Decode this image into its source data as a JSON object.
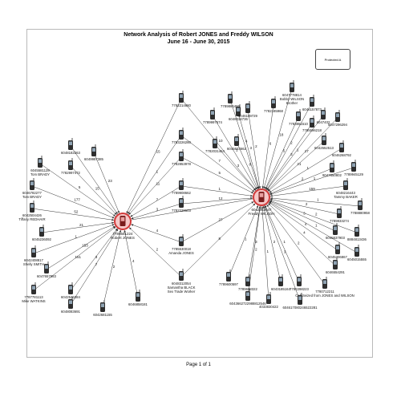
{
  "title": "Network Analysis of Robert JONES and Freddy WILSON",
  "subtitle": "June 16 - June 30, 2015",
  "protected_label": "Protected A",
  "footer": "Page 1 of 1",
  "colors": {
    "edge": "#333333",
    "hub_ring": "#d23a3a",
    "hub_fill": "#f6c8c8",
    "phone": "#2e2e2e"
  },
  "hubs": [
    {
      "id": "jones",
      "number": "7789561224",
      "name": "Robert JONES"
    },
    {
      "id": "wilson",
      "number": "6042963047",
      "name": "Freddy WILSON"
    }
  ],
  "nodes": [
    {
      "id": "n1",
      "lines": [
        "6048182263"
      ],
      "links": [
        "jones"
      ],
      "counts": [
        ""
      ]
    },
    {
      "id": "n2",
      "lines": [
        "6049987385"
      ],
      "links": [
        "jones"
      ],
      "counts": [
        "23"
      ]
    },
    {
      "id": "n3",
      "lines": [
        "6045581128",
        "Tom BRADY"
      ],
      "links": [
        "jones"
      ],
      "counts": [
        "5"
      ]
    },
    {
      "id": "n4",
      "lines": [
        "7782997472"
      ],
      "links": [
        "jones"
      ],
      "counts": [
        "15"
      ]
    },
    {
      "id": "n5",
      "lines": [
        "6046782277",
        "Tom BRADY"
      ],
      "links": [
        "jones"
      ],
      "counts": [
        "177"
      ]
    },
    {
      "id": "n6",
      "lines": [
        "6042504426",
        "Tiffany REDHAIR"
      ],
      "links": [
        "jones"
      ],
      "counts": [
        "52"
      ]
    },
    {
      "id": "n7",
      "lines": [
        "6045236092"
      ],
      "links": [
        "jones"
      ],
      "counts": [
        "21"
      ]
    },
    {
      "id": "n8",
      "lines": [
        "6042408817",
        "Shelly SMITH"
      ],
      "links": [
        "jones"
      ],
      "counts": [
        "1"
      ]
    },
    {
      "id": "n9",
      "lines": [
        "6047657983"
      ],
      "links": [
        "jones"
      ],
      "counts": [
        "153"
      ]
    },
    {
      "id": "n10",
      "lines": [
        "7787781113",
        "Mike WATKINS"
      ],
      "links": [
        "jones"
      ],
      "counts": [
        "151"
      ]
    },
    {
      "id": "n11",
      "lines": [
        "6042546384"
      ],
      "links": [
        "jones"
      ],
      "counts": [
        "3"
      ]
    },
    {
      "id": "n12",
      "lines": [
        "6048083691"
      ],
      "links": [
        "jones"
      ],
      "counts": [
        "7"
      ]
    },
    {
      "id": "n13",
      "lines": [
        "6042681155"
      ],
      "links": [
        "jones"
      ],
      "counts": [
        "2"
      ]
    },
    {
      "id": "n14",
      "lines": [
        "6046858181"
      ],
      "links": [
        "jones"
      ],
      "counts": [
        "4"
      ]
    },
    {
      "id": "b1",
      "lines": [
        "7782214680"
      ],
      "links": [
        "jones",
        "wilson"
      ],
      "counts": [
        "15",
        "10"
      ]
    },
    {
      "id": "b2",
      "lines": [
        "7783226260"
      ],
      "links": [
        "jones",
        "wilson"
      ],
      "counts": [
        "1",
        "7"
      ]
    },
    {
      "id": "b3",
      "lines": [
        "7782853978"
      ],
      "links": [
        "jones",
        "wilson"
      ],
      "counts": [
        "11",
        "5"
      ]
    },
    {
      "id": "b4",
      "lines": [
        "7789908662"
      ],
      "links": [
        "jones",
        "wilson"
      ],
      "counts": [
        "7",
        "1"
      ]
    },
    {
      "id": "b5",
      "lines": [
        "7782228603"
      ],
      "links": [
        "jones",
        "wilson"
      ],
      "counts": [
        "3",
        "12"
      ]
    },
    {
      "id": "b6",
      "lines": [
        "7785530018",
        "Amanda JONES"
      ],
      "links": [
        "jones",
        "wilson"
      ],
      "counts": [
        "4",
        "27"
      ]
    },
    {
      "id": "b7",
      "lines": [
        "6048312054",
        "Samantha BLACK",
        "Sex Trade Worker"
      ],
      "links": [
        "jones",
        "wilson"
      ],
      "counts": [
        "2",
        "8"
      ]
    },
    {
      "id": "w1",
      "lines": [
        "7789866486"
      ],
      "links": [
        "wilson"
      ],
      "counts": [
        "4"
      ]
    },
    {
      "id": "w2",
      "lines": [
        "6046034736"
      ],
      "links": [
        "wilson"
      ],
      "counts": [
        "3"
      ]
    },
    {
      "id": "w3",
      "lines": [
        "6047778814",
        "Bobby WILSON",
        "Brother"
      ],
      "links": [
        "wilson"
      ],
      "counts": [
        "18"
      ]
    },
    {
      "id": "w4",
      "lines": [
        "6046169729"
      ],
      "links": [
        "wilson"
      ],
      "counts": [
        "2"
      ]
    },
    {
      "id": "w5",
      "lines": [
        "7782185968"
      ],
      "links": [
        "wilson"
      ],
      "counts": [
        "6"
      ]
    },
    {
      "id": "w6",
      "lines": [
        "6046157873"
      ],
      "links": [
        "wilson"
      ],
      "counts": [
        "2"
      ]
    },
    {
      "id": "w7",
      "lines": [
        "7789997574"
      ],
      "links": [
        "wilson"
      ],
      "counts": [
        "1"
      ]
    },
    {
      "id": "w8",
      "lines": [
        "7783851510"
      ],
      "links": [
        "wilson"
      ],
      "counts": [
        "5"
      ]
    },
    {
      "id": "w9",
      "lines": [
        "6047402"
      ],
      "links": [
        "wilson"
      ],
      "counts": [
        "1"
      ]
    },
    {
      "id": "w10",
      "lines": [
        "7785596218"
      ],
      "links": [
        "wilson"
      ],
      "counts": [
        "3"
      ]
    },
    {
      "id": "w11",
      "lines": [
        "6047296294"
      ],
      "links": [
        "wilson"
      ],
      "counts": [
        "17"
      ]
    },
    {
      "id": "w12",
      "lines": [
        "6045623662"
      ],
      "links": [
        "wilson"
      ],
      "counts": [
        "8"
      ]
    },
    {
      "id": "w13",
      "lines": [
        "7782031464"
      ],
      "links": [
        "wilson"
      ],
      "counts": [
        "3"
      ]
    },
    {
      "id": "w14",
      "lines": [
        "6042552513"
      ],
      "links": [
        "wilson"
      ],
      "counts": [
        "21"
      ]
    },
    {
      "id": "w15",
      "lines": [
        "6046268792"
      ],
      "links": [
        "wilson"
      ],
      "counts": [
        "1"
      ]
    },
    {
      "id": "w16",
      "lines": [
        "9047650802"
      ],
      "links": [
        "wilson"
      ],
      "counts": [
        "2"
      ]
    },
    {
      "id": "w17",
      "lines": [
        "7789945129"
      ],
      "links": [
        "wilson"
      ],
      "counts": [
        "1"
      ]
    },
    {
      "id": "w18",
      "lines": [
        "6048216443",
        "Tammy BAKER"
      ],
      "links": [
        "wilson"
      ],
      "counts": [
        "159"
      ]
    },
    {
      "id": "w19",
      "lines": [
        "7788880958"
      ],
      "links": [
        "wilson"
      ],
      "counts": [
        "1"
      ]
    },
    {
      "id": "w20",
      "lines": [
        "7789833274"
      ],
      "links": [
        "wilson"
      ],
      "counts": [
        "2"
      ]
    },
    {
      "id": "w21",
      "lines": [
        "6045537903"
      ],
      "links": [
        "wilson"
      ],
      "counts": [
        "3"
      ]
    },
    {
      "id": "w22",
      "lines": [
        "8884813436"
      ],
      "links": [
        "wilson"
      ],
      "counts": [
        "2"
      ]
    },
    {
      "id": "w23",
      "lines": [
        "6045306867"
      ],
      "links": [
        "wilson"
      ],
      "counts": [
        "4"
      ]
    },
    {
      "id": "w24",
      "lines": [
        "6045015555"
      ],
      "links": [
        "wilson"
      ],
      "counts": [
        "1"
      ]
    },
    {
      "id": "w25",
      "lines": [
        "6046554291"
      ],
      "links": [
        "wilson"
      ],
      "counts": [
        "4"
      ]
    },
    {
      "id": "w26",
      "lines": [
        "7780712211",
        "Cell Seized from JONES and WILSON"
      ],
      "links": [
        "wilson"
      ],
      "counts": [
        "2"
      ]
    },
    {
      "id": "w27",
      "lines": [
        "7789600597"
      ],
      "links": [
        "wilson"
      ],
      "counts": [
        "1"
      ]
    },
    {
      "id": "w28",
      "lines": [
        "7789688322"
      ],
      "links": [
        "wilson"
      ],
      "counts": [
        "3"
      ]
    },
    {
      "id": "w29",
      "lines": [
        "6043662722988812546"
      ],
      "links": [
        "wilson"
      ],
      "counts": [
        "2"
      ]
    },
    {
      "id": "w30",
      "lines": [
        "4033830422"
      ],
      "links": [
        "wilson"
      ],
      "counts": [
        "1"
      ]
    },
    {
      "id": "w31",
      "lines": [
        "6043185164"
      ],
      "links": [
        "wilson"
      ],
      "counts": [
        "2"
      ]
    },
    {
      "id": "w32",
      "lines": [
        "7782298223"
      ],
      "links": [
        "wilson"
      ],
      "counts": [
        "1"
      ]
    },
    {
      "id": "w33",
      "lines": [
        "604617080246522281"
      ],
      "links": [
        "wilson"
      ],
      "counts": [
        "3"
      ]
    }
  ]
}
